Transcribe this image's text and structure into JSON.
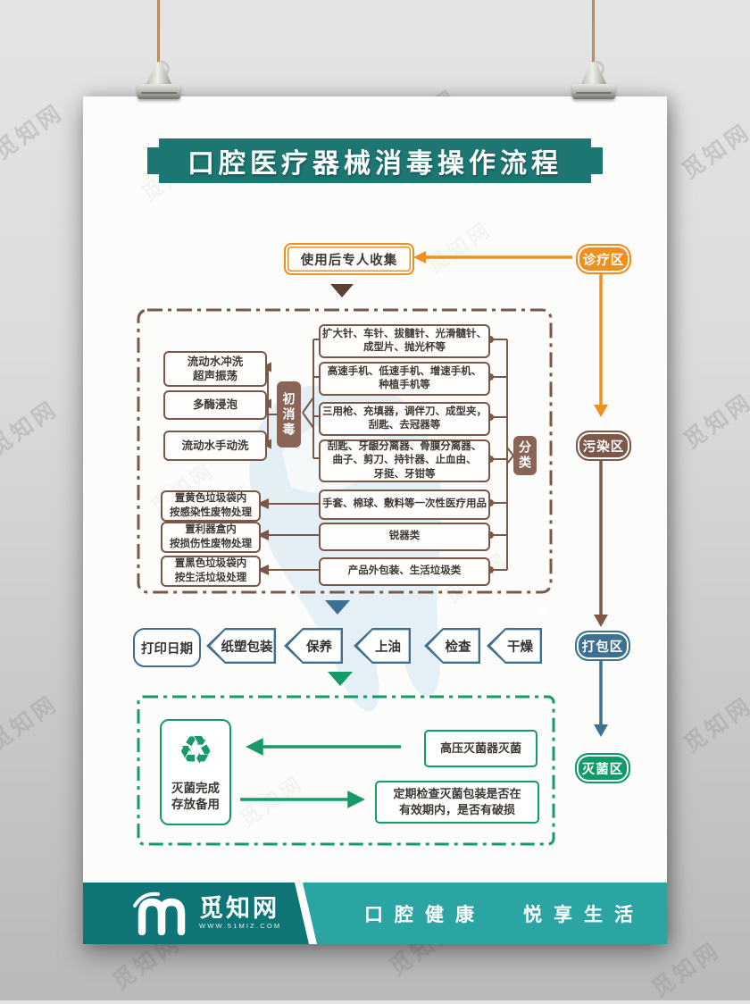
{
  "title": "口腔医疗器械消毒操作流程",
  "watermark": {
    "text": "觅知网"
  },
  "collect": {
    "label": "使用后专人收集"
  },
  "zones": {
    "clinic": "诊疗区",
    "contaminated": "污染区",
    "packing": "打包区",
    "sterile": "灭菌区"
  },
  "pre_disinfect": {
    "label": "初消毒",
    "steps": [
      "流动水冲洗\n超声振荡",
      "多酶浸泡",
      "流动水手动洗"
    ]
  },
  "classify": {
    "label": "分类",
    "items": [
      "扩大针、车针、拔髓针、光滑髓针、\n成型片、抛光杯等",
      "高速手机、低速手机、增速手机、\n种植手机等",
      "三用枪、充填器，调伴刀、成型夹，\n刮匙、去冠器等",
      "刮匙、牙龈分离器、骨膜分离器、\n曲子、剪刀、持针器、止血由、\n牙挺、牙钳等",
      "手套、棉球、敷料等一次性医疗用品",
      "锐器类",
      "产品外包装、生活垃圾类"
    ]
  },
  "disposal": {
    "items": [
      "置黄色垃圾袋内\n按感染性废物处理",
      "置利器盒内\n按损伤性废物处理",
      "置黑色垃圾袋内\n按生活垃圾处理"
    ]
  },
  "packaging_row": {
    "print_date": "打印日期",
    "steps": [
      "纸塑包装",
      "保养",
      "上油",
      "检查",
      "干燥"
    ]
  },
  "sterilize": {
    "store": "灭菌完成\n存放备用",
    "autoclave": "高压灭菌器灭菌",
    "check": "定期检查灭菌包装是否在\n有效期内，是否有破损",
    "recycle_icon": "♻"
  },
  "footer": {
    "brand": "觅知网",
    "site": "WWW.51MIZ.COM",
    "slogan_left": "口腔健康",
    "slogan_right": "悦享生活"
  },
  "colors": {
    "teal_banner": "#1d7672",
    "orange": "#ee8f20",
    "brown": "#7b5748",
    "brown_fill": "#8a6456",
    "steel_blue": "#3e7090",
    "green": "#169a67",
    "footer_dark": "#0e7476",
    "footer_light": "#2ba4a4"
  }
}
